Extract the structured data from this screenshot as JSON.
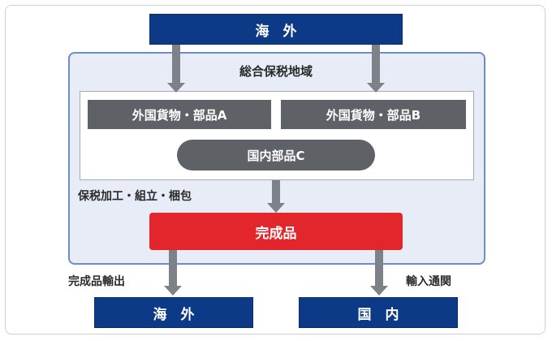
{
  "top_box": {
    "label": "海　外"
  },
  "region": {
    "title": "総合保税地域"
  },
  "components": {
    "item_a": "外国貨物・部品A",
    "item_b": "外国貨物・部品B",
    "item_c": "国内部品C"
  },
  "process_label": "保税加工・組立・梱包",
  "product": {
    "label": "完成品"
  },
  "bottom": {
    "left_label": "完成品輸出",
    "left_box": "海　外",
    "right_label": "輸入通関",
    "right_box": "国　内"
  },
  "colors": {
    "navy": "#0d3a86",
    "region_fill": "#e7ecf6",
    "region_border": "#6f8cc4",
    "gray_box": "#5e6166",
    "product_red": "#e3262c",
    "arrow_gray": "#7d8188"
  }
}
